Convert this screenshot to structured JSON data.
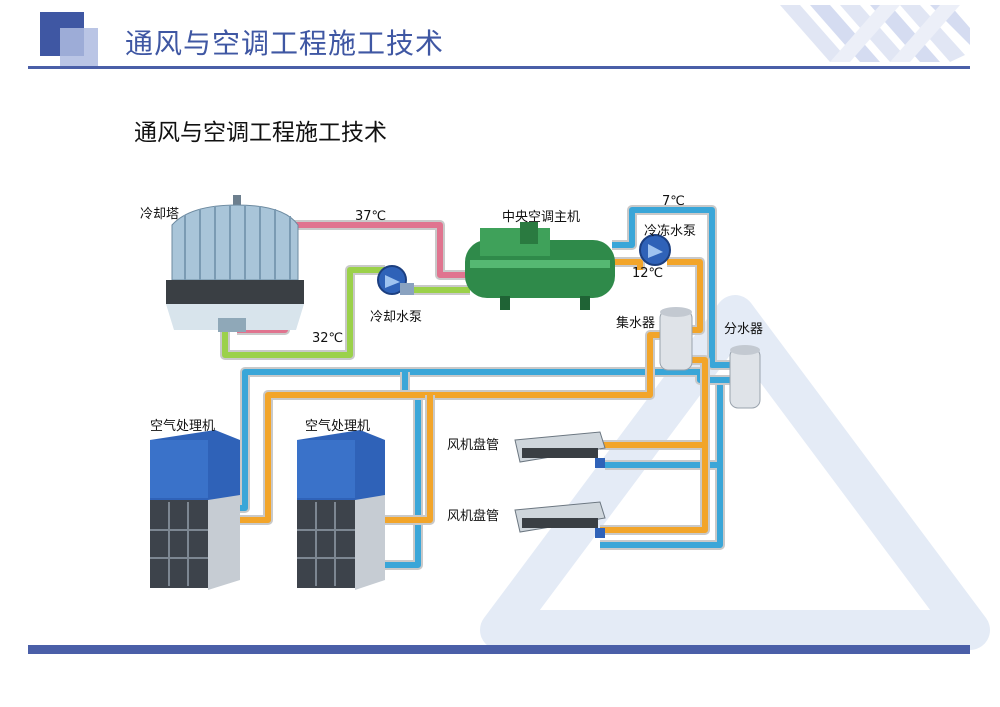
{
  "header": {
    "title": "通风与空调工程施工技术"
  },
  "slide": {
    "subtitle": "通风与空调工程施工技术"
  },
  "diagram": {
    "labels": {
      "cooling_tower": "冷却塔",
      "temp_37": "37℃",
      "temp_32": "32℃",
      "cooling_pump": "冷却水泵",
      "chiller": "中央空调主机",
      "temp_7": "7℃",
      "temp_12": "12℃",
      "chilled_pump": "冷冻水泵",
      "collector": "集水器",
      "distributor": "分水器",
      "ahu_1": "空气处理机",
      "ahu_2": "空气处理机",
      "fcu_1": "风机盘管",
      "fcu_2": "风机盘管"
    },
    "colors": {
      "accent": "#3f57a3",
      "header_rule": "#4a5fa8",
      "hot_pipe": "#e0748f",
      "cool_return_pipe": "#9bd14a",
      "chilled_supply_pipe": "#3aa6d8",
      "chilled_return_pipe": "#f2a52a",
      "chiller_body": "#2f8a4a",
      "ahu_blue": "#2f62b8"
    }
  }
}
